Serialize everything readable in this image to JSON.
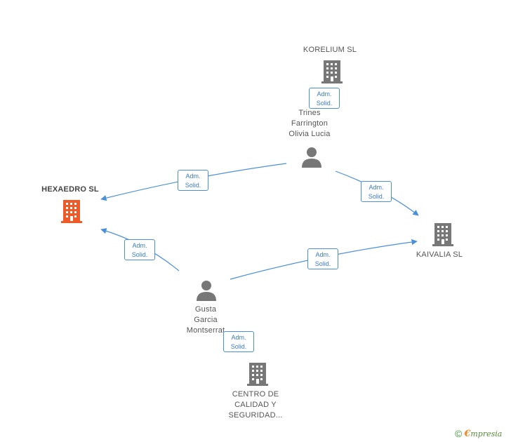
{
  "nodes": {
    "hexaedro": {
      "name": "HEXAEDRO SL",
      "type": "company",
      "highlight": true,
      "color": "#f05a28"
    },
    "korelium": {
      "name": "KORELIUM SL",
      "type": "company",
      "color": "#777777"
    },
    "kaivalia": {
      "name": "KAIVALIA SL",
      "type": "company",
      "color": "#777777"
    },
    "centro": {
      "name_lines": [
        "CENTRO DE",
        "CALIDAD Y",
        "SEGURIDAD..."
      ],
      "type": "company",
      "color": "#777777"
    },
    "trines": {
      "name_lines": [
        "Trines",
        "Farrington",
        "Olivia Lucia"
      ],
      "type": "person",
      "color": "#777777"
    },
    "gusta": {
      "name_lines": [
        "Gusta",
        "Garcia",
        "Montserrat"
      ],
      "type": "person",
      "color": "#777777"
    }
  },
  "relations": [
    {
      "id": "korelium-trines",
      "line1": "Adm.",
      "line2": "Solid."
    },
    {
      "id": "trines-hexaedro",
      "line1": "Adm.",
      "line2": "Solid."
    },
    {
      "id": "trines-kaivalia",
      "line1": "Adm.",
      "line2": "Solid."
    },
    {
      "id": "gusta-hexaedro",
      "line1": "Adm.",
      "line2": "Solid."
    },
    {
      "id": "gusta-kaivalia",
      "line1": "Adm.",
      "line2": "Solid."
    },
    {
      "id": "gusta-centro",
      "line1": "Adm.",
      "line2": "Solid."
    }
  ],
  "colors": {
    "edge": "#4a90d9"
  },
  "footer": {
    "copyright": "©",
    "brand_first": "€",
    "brand_rest": "mpresia"
  }
}
